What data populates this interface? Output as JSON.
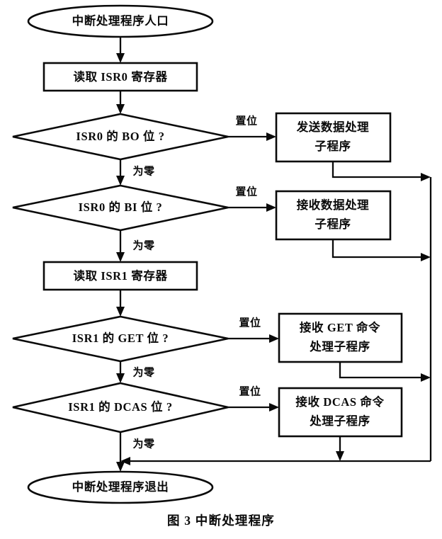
{
  "figure": {
    "caption": "图 3 中断处理程序",
    "background_color": "#ffffff",
    "line_color": "#0a0a0a",
    "text_color": "#0a0a0a"
  },
  "chart_data": {
    "type": "diagram",
    "title": "图 3 中断处理程序",
    "diagram_kind": "flowchart",
    "orientation": "top-to-bottom",
    "nodes": [
      {
        "id": "start",
        "shape": "ellipse",
        "label": "中断处理程序人口"
      },
      {
        "id": "read_isr0",
        "shape": "rectangle",
        "label": "读取 ISR0 寄存器"
      },
      {
        "id": "d_bo",
        "shape": "diamond",
        "label": "ISR0 的 BO 位 ?"
      },
      {
        "id": "p_send",
        "shape": "rectangle",
        "label_line1": "发送数据处理",
        "label_line2": "子程序"
      },
      {
        "id": "d_bi",
        "shape": "diamond",
        "label": "ISR0 的 BI 位 ?"
      },
      {
        "id": "p_recv",
        "shape": "rectangle",
        "label_line1": "接收数据处理",
        "label_line2": "子程序"
      },
      {
        "id": "read_isr1",
        "shape": "rectangle",
        "label": "读取 ISR1 寄存器"
      },
      {
        "id": "d_get",
        "shape": "diamond",
        "label": "ISR1 的 GET 位 ?"
      },
      {
        "id": "p_get",
        "shape": "rectangle",
        "label_line1": "接收 GET 命令",
        "label_line2": "处理子程序"
      },
      {
        "id": "d_dcas",
        "shape": "diamond",
        "label": "ISR1 的 DCAS 位 ?"
      },
      {
        "id": "p_dcas",
        "shape": "rectangle",
        "label_line1": "接收 DCAS 命令",
        "label_line2": "处理子程序"
      },
      {
        "id": "end",
        "shape": "ellipse",
        "label": "中断处理程序退出"
      }
    ],
    "edges": [
      {
        "from": "start",
        "to": "read_isr0",
        "label": ""
      },
      {
        "from": "read_isr0",
        "to": "d_bo",
        "label": ""
      },
      {
        "from": "d_bo",
        "to": "p_send",
        "label": "置位"
      },
      {
        "from": "d_bo",
        "to": "d_bi",
        "label": "为零"
      },
      {
        "from": "d_bi",
        "to": "p_recv",
        "label": "置位"
      },
      {
        "from": "d_bi",
        "to": "read_isr1",
        "label": "为零"
      },
      {
        "from": "read_isr1",
        "to": "d_get",
        "label": ""
      },
      {
        "from": "d_get",
        "to": "p_get",
        "label": "置位"
      },
      {
        "from": "d_get",
        "to": "d_dcas",
        "label": "为零"
      },
      {
        "from": "d_dcas",
        "to": "p_dcas",
        "label": "置位"
      },
      {
        "from": "d_dcas",
        "to": "end",
        "label": "为零"
      },
      {
        "from": "p_send",
        "to": "end",
        "label": ""
      },
      {
        "from": "p_recv",
        "to": "end",
        "label": ""
      },
      {
        "from": "p_get",
        "to": "end",
        "label": ""
      },
      {
        "from": "p_dcas",
        "to": "end",
        "label": ""
      }
    ],
    "edge_labels": {
      "set_bit": "置位",
      "is_zero": "为零"
    }
  }
}
